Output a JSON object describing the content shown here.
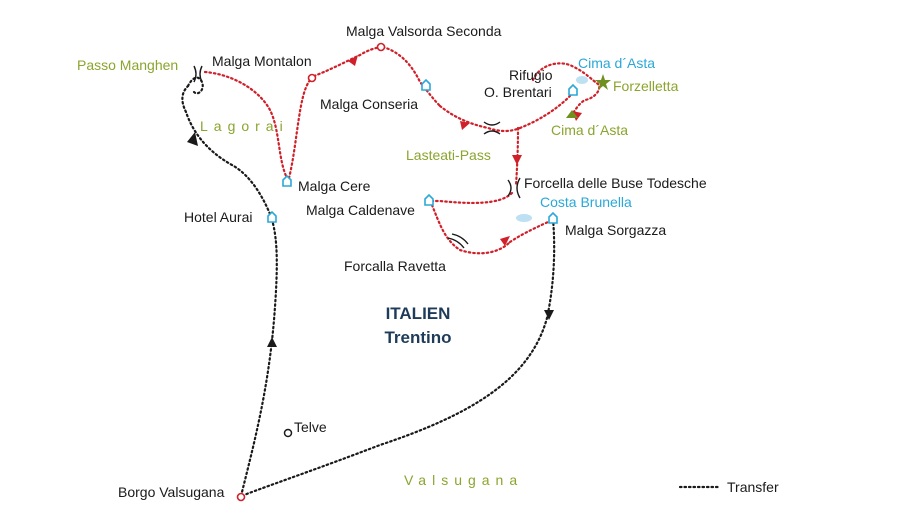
{
  "places": {
    "passo_manghen": "Passo Manghen",
    "malga_montalon": "Malga Montalon",
    "malga_valsorda": "Malga Valsorda Seconda",
    "malga_conseria": "Malga Conseria",
    "rifugio_1": "Rifugio",
    "rifugio_2": "O. Brentari",
    "cima_asta_hut": "Cima d´Asta",
    "forzelletta": "Forzelletta",
    "cima_asta_peak": "Cima d´Asta",
    "lagorai": "Lagorai",
    "lasteati": "Lasteati-Pass",
    "malga_cere": "Malga Cere",
    "forcella_buse": "Forcella delle Buse Todesche",
    "hotel_aurai": "Hotel Aurai",
    "malga_caldenave": "Malga Caldenave",
    "costa_brunella": "Costa Brunella",
    "malga_sorgazza": "Malga Sorgazza",
    "forcalla_ravetta": "Forcalla Ravetta",
    "telve": "Telve",
    "borgo_valsugana": "Borgo Valsugana",
    "valsugana": "Valsugana"
  },
  "region": {
    "country": "ITALIEN",
    "province": "Trentino"
  },
  "legend": {
    "transfer": "Transfer"
  },
  "colors": {
    "hiking_route": "#d0202a",
    "transfer_route": "#1a1a1a",
    "hut": "#2aa8d8",
    "landscape_label": "#8aa52e",
    "region_label": "#1f3b5a"
  }
}
